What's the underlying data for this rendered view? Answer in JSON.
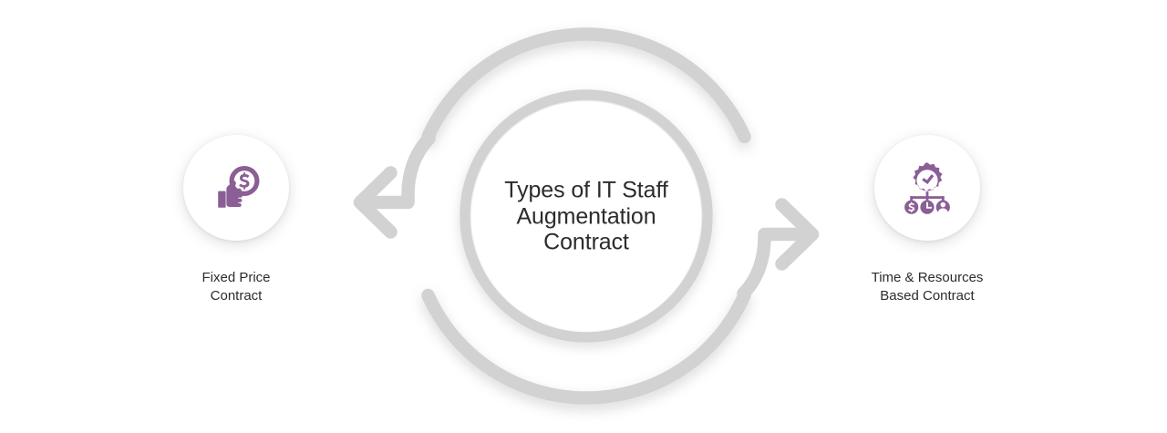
{
  "diagram": {
    "center": {
      "title": "Types of IT Staff\nAugmentation\nContract"
    },
    "nodes": [
      {
        "id": "fixed-price",
        "label": "Fixed Price\nContract",
        "icon": "hand-holding-dollar-coin-icon",
        "arrow": "arrow-left"
      },
      {
        "id": "time-resources",
        "label": "Time & Resources\nBased Contract",
        "icon": "gear-check-hierarchy-icon",
        "arrow": "arrow-right"
      }
    ],
    "colors": {
      "accent_purple": "#8B5E96",
      "ring_gray": "#d2d2d2",
      "arrow_gray": "#d2d2d2",
      "text_dark": "#2c2c2c",
      "background": "#ffffff"
    }
  }
}
